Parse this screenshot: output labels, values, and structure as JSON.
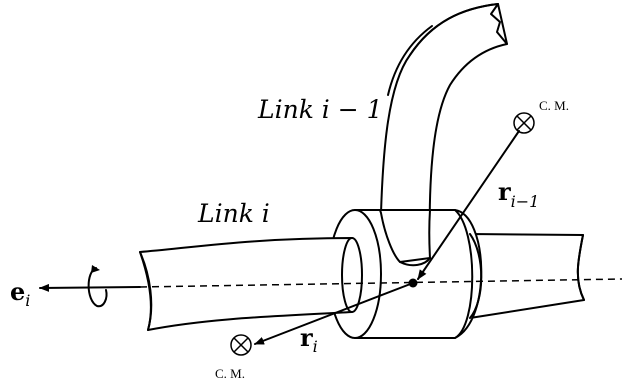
{
  "labels": {
    "link_prev": "Link i − 1",
    "link_i": "Link i",
    "e_vec": "e",
    "e_sub": "i",
    "r_i_vec": "r",
    "r_i_sub": "i",
    "r_prev_vec": "r",
    "r_prev_sub": "i−1",
    "cm_top": "C. M.",
    "cm_bottom": "C. M."
  }
}
